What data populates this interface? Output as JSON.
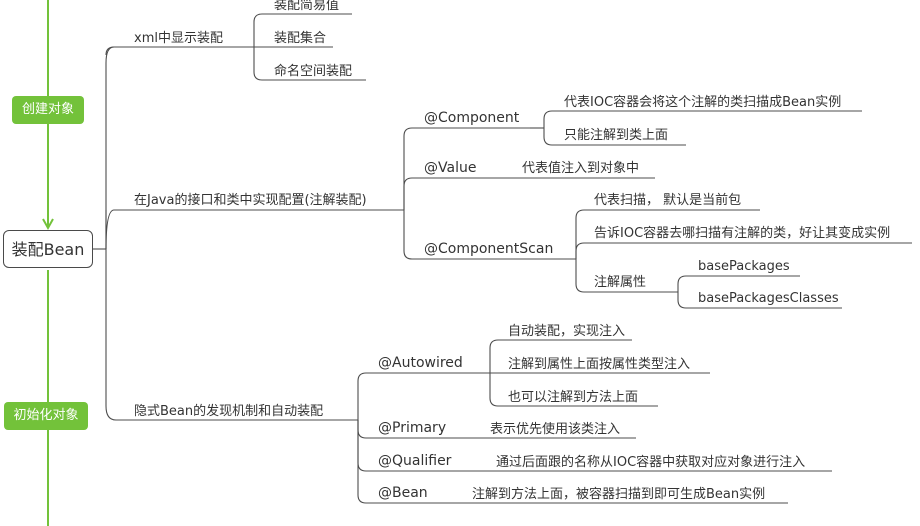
{
  "colors": {
    "accent": "#73c23a",
    "line": "#4d4d4d",
    "text": "#333333"
  },
  "flow": {
    "create_label": "创建对象",
    "init_label": "初始化对象"
  },
  "root": {
    "label": "装配Bean"
  },
  "branches": {
    "xml": {
      "label": "xml中显示装配",
      "children": [
        "装配简易值",
        "装配集合",
        "命名空间装配"
      ]
    },
    "java": {
      "label": "在Java的接口和类中实现配置(注解装配)",
      "component": {
        "label": "@Component",
        "children": [
          "代表IOC容器会将这个注解的类扫描成Bean实例",
          "只能注解到类上面"
        ]
      },
      "value": {
        "label": "@Value",
        "child": "代表值注入到对象中"
      },
      "scan": {
        "label": "@ComponentScan",
        "children": [
          "代表扫描， 默认是当前包",
          "告诉IOC容器去哪扫描有注解的类，好让其变成实例"
        ],
        "attr": {
          "label": "注解属性",
          "children": [
            "basePackages",
            "basePackagesClasses"
          ]
        }
      }
    },
    "implicit": {
      "label": "隐式Bean的发现机制和自动装配",
      "autowired": {
        "label": "@Autowired",
        "children": [
          "自动装配，实现注入",
          "注解到属性上面按属性类型注入",
          "也可以注解到方法上面"
        ]
      },
      "primary": {
        "label": "@Primary",
        "child": "表示优先使用该类注入"
      },
      "qualifier": {
        "label": "@Qualifier",
        "child": "通过后面跟的名称从IOC容器中获取对应对象进行注入"
      },
      "bean": {
        "label": "@Bean",
        "child": "注解到方法上面，被容器扫描到即可生成Bean实例"
      }
    }
  }
}
